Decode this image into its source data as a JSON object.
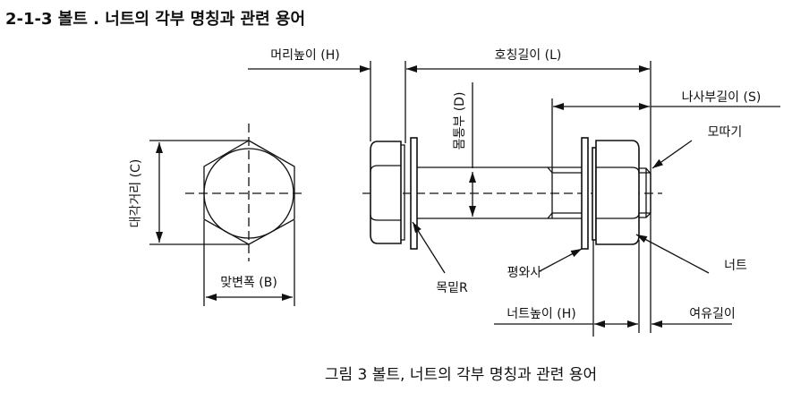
{
  "title": "2-1-3 볼트 . 너트의 각부 명칭과 관련 용어",
  "labels": {
    "head_height": "머리높이 (H)",
    "nominal_length": "호칭길이 (L)",
    "thread_length": "나사부길이 (S)",
    "chamfer": "모따기",
    "shank": "몸통부 (D)",
    "across_corners": "대각거리 (C)",
    "across_flats": "맞변폭 (B)",
    "neck_radius": "목밑R",
    "flat_washer": "평와사",
    "nut": "너트",
    "nut_height": "너트높이 (H)",
    "extra_length": "여유길이"
  },
  "caption": "그림 3 볼트, 너트의 각부 명칭과 관련 용어"
}
